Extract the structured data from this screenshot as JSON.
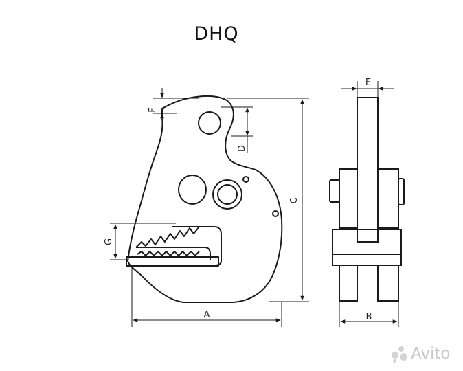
{
  "title": "DHQ",
  "dimensions": {
    "a": "A",
    "b": "B",
    "c": "C",
    "d": "D",
    "e": "E",
    "f": "F",
    "g": "G"
  },
  "watermark": {
    "text": "Avito",
    "icon": "avito-logo-icon"
  },
  "colors": {
    "line": "#1a1a1a",
    "background": "#ffffff",
    "watermark": "#cccccc"
  }
}
